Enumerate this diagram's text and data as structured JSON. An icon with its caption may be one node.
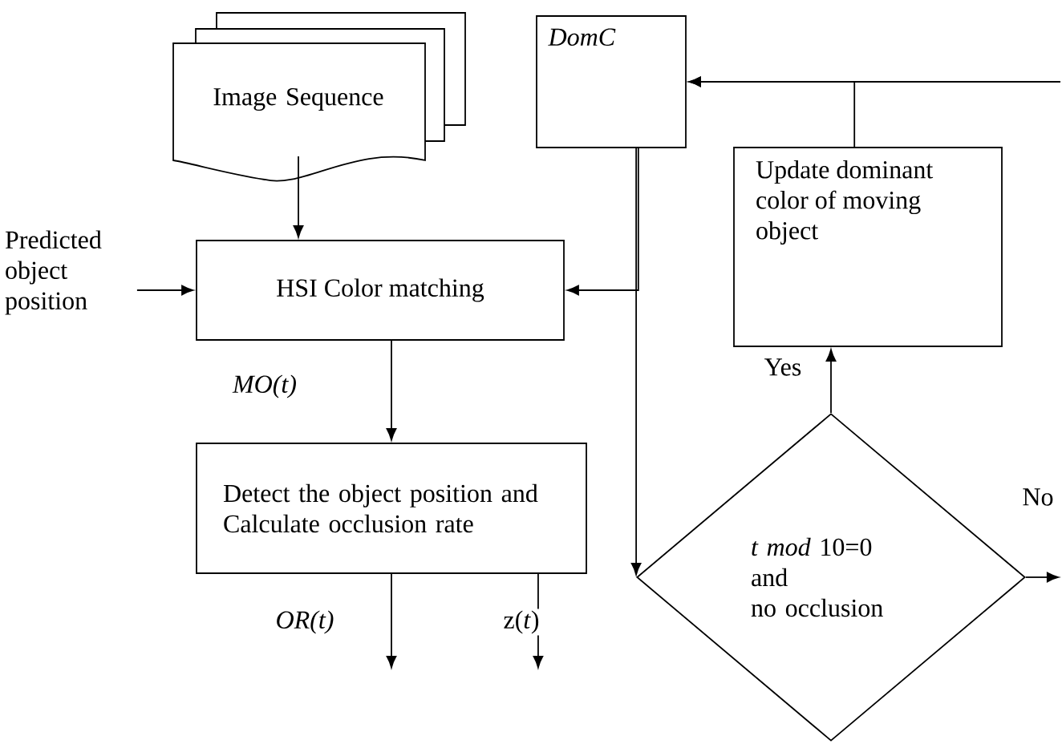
{
  "diagram": {
    "nodes": [
      {
        "text": [
          "Image Sequence"
        ]
      },
      {
        "text": [
          "Predicted object position"
        ]
      },
      {
        "text": [
          "HSI Color matching"
        ]
      },
      {
        "text": [
          "Detect the object position and Calculate occlusion rate"
        ]
      },
      {
        "text": [
          "DomC"
        ]
      },
      {
        "text": [
          "Update dominant color of moving object"
        ]
      },
      {
        "text": [
          "*t mod* 10=0",
          "and",
          "no occlusion"
        ]
      }
    ],
    "edges": [
      {
        "from": 0,
        "to": 2,
        "arrow": "to"
      },
      {
        "from": 1,
        "to": 2,
        "arrow": "to"
      },
      {
        "from": 2,
        "to": 3,
        "arrow": "to",
        "label": "MO(t)"
      },
      {
        "from": 3,
        "to": null,
        "arrow": "to",
        "label": "OR(t)"
      },
      {
        "from": 3,
        "to": null,
        "arrow": "to",
        "label": "z(*t*)"
      },
      {
        "from": 4,
        "to": 2,
        "arrow": "to"
      },
      {
        "from": 4,
        "to": 6,
        "arrow": "to"
      },
      {
        "from": 6,
        "to": 5,
        "arrow": "to",
        "label": "Yes"
      },
      {
        "from": 5,
        "to": 4,
        "arrow": "to"
      },
      {
        "from": null,
        "to": 4,
        "arrow": "to"
      },
      {
        "from": 6,
        "to": null,
        "arrow": "to",
        "label": "No"
      }
    ]
  }
}
